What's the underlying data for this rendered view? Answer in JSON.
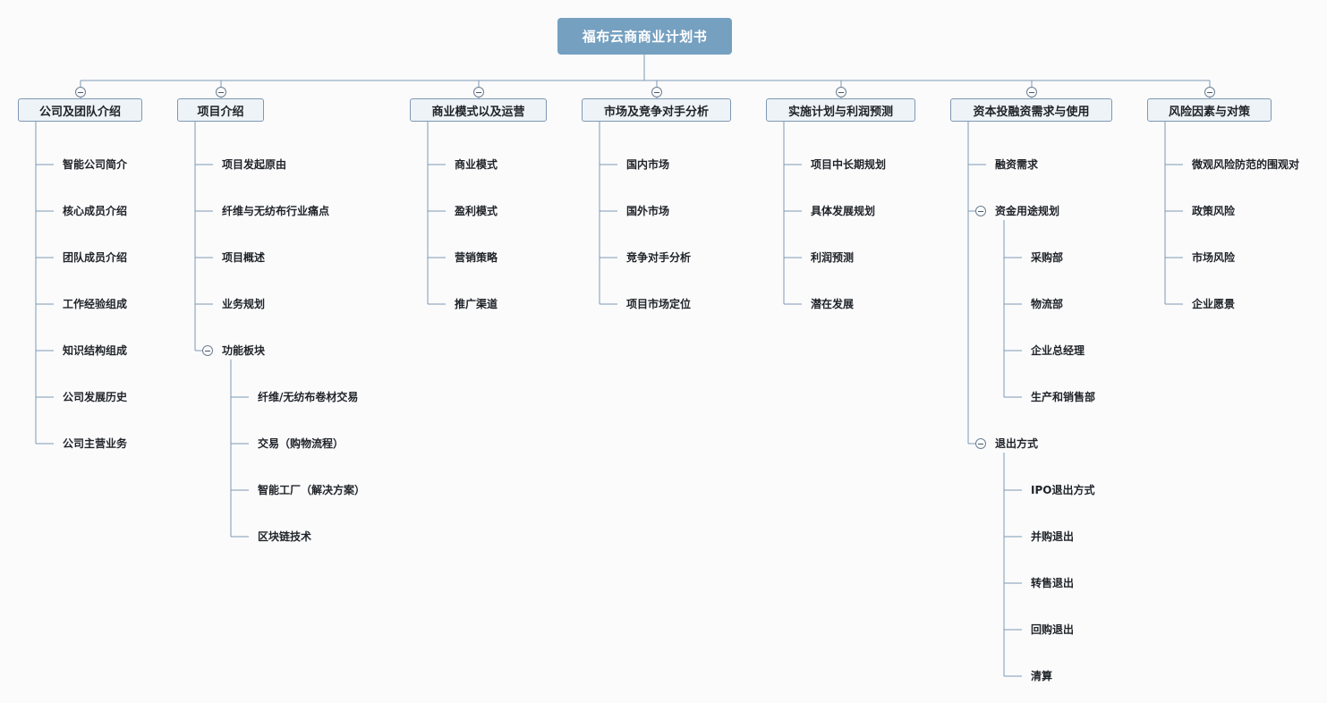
{
  "root": {
    "title": "福布云商商业计划书"
  },
  "branches": [
    {
      "label": "公司及团队介绍",
      "children": [
        {
          "label": "智能公司简介"
        },
        {
          "label": "核心成员介绍"
        },
        {
          "label": "团队成员介绍"
        },
        {
          "label": "工作经验组成"
        },
        {
          "label": "知识结构组成"
        },
        {
          "label": "公司发展历史"
        },
        {
          "label": "公司主营业务"
        }
      ]
    },
    {
      "label": "项目介绍",
      "children": [
        {
          "label": "项目发起原由"
        },
        {
          "label": "纤维与无纺布行业痛点"
        },
        {
          "label": "项目概述"
        },
        {
          "label": "业务规划"
        },
        {
          "label": "功能板块",
          "children": [
            {
              "label": "纤维/无纺布卷材交易"
            },
            {
              "label": "交易（购物流程）"
            },
            {
              "label": "智能工厂（解决方案）"
            },
            {
              "label": "区块链技术"
            }
          ]
        }
      ]
    },
    {
      "label": "商业模式以及运营",
      "children": [
        {
          "label": "商业模式"
        },
        {
          "label": "盈利模式"
        },
        {
          "label": "营销策略"
        },
        {
          "label": "推广渠道"
        }
      ]
    },
    {
      "label": "市场及竞争对手分析",
      "children": [
        {
          "label": "国内市场"
        },
        {
          "label": "国外市场"
        },
        {
          "label": "竞争对手分析"
        },
        {
          "label": "项目市场定位"
        }
      ]
    },
    {
      "label": "实施计划与利润预测",
      "children": [
        {
          "label": "项目中长期规划"
        },
        {
          "label": "具体发展规划"
        },
        {
          "label": "利润预测"
        },
        {
          "label": "潜在发展"
        }
      ]
    },
    {
      "label": "资本投融资需求与使用",
      "children": [
        {
          "label": "融资需求"
        },
        {
          "label": "资金用途规划",
          "children": [
            {
              "label": "采购部"
            },
            {
              "label": "物流部"
            },
            {
              "label": "企业总经理"
            },
            {
              "label": "生产和销售部"
            }
          ]
        },
        {
          "label": "退出方式",
          "children": [
            {
              "label": "IPO退出方式"
            },
            {
              "label": "并购退出"
            },
            {
              "label": "转售退出"
            },
            {
              "label": "回购退出"
            },
            {
              "label": "清算"
            }
          ]
        }
      ]
    },
    {
      "label": "风险因素与对策",
      "children": [
        {
          "label": "微观风险防范的围观对"
        },
        {
          "label": "政策风险"
        },
        {
          "label": "市场风险"
        },
        {
          "label": "企业愿景"
        }
      ]
    }
  ]
}
